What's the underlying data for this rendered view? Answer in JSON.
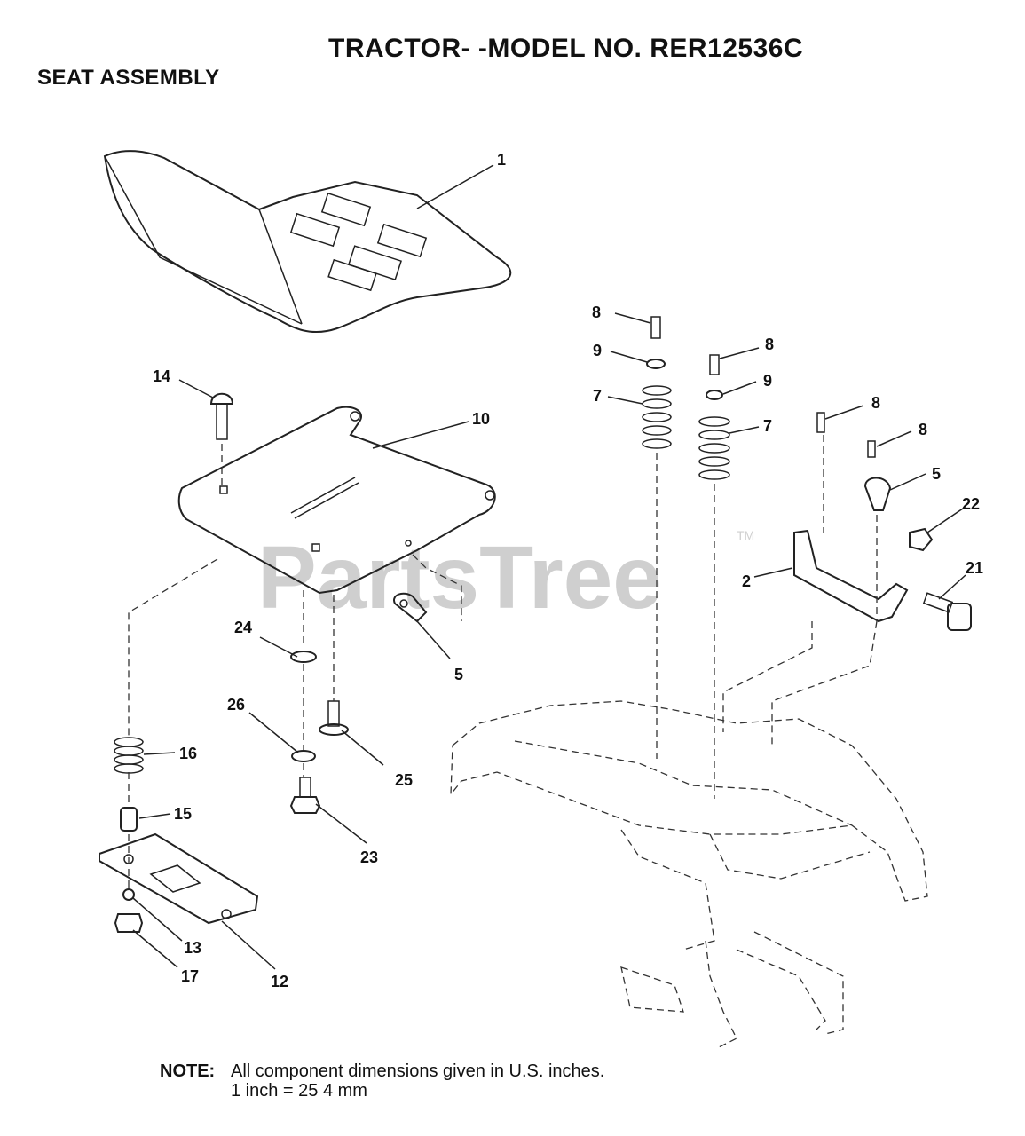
{
  "header": {
    "title": "TRACTOR- -MODEL NO. RER12536C",
    "subtitle": "SEAT ASSEMBLY"
  },
  "watermark": {
    "text": "PartsTree",
    "trademark": "TM"
  },
  "callouts": {
    "c1": "1",
    "c14": "14",
    "c10": "10",
    "c5a": "5",
    "c24": "24",
    "c26": "26",
    "c25": "25",
    "c16": "16",
    "c15": "15",
    "c23": "23",
    "c13": "13",
    "c12": "12",
    "c17": "17",
    "c8a": "8",
    "c9a": "9",
    "c7a": "7",
    "c8b": "8",
    "c9b": "9",
    "c7b": "7",
    "c8c": "8",
    "c8d": "8",
    "c5b": "5",
    "c22": "22",
    "c21": "21",
    "c2": "2"
  },
  "note": {
    "label": "NOTE:",
    "line1": "All component dimensions given in U.S. inches.",
    "line2": "1 inch = 25 4 mm"
  },
  "colors": {
    "ink": "#111111",
    "watermark": "#cfcfcf",
    "background": "#ffffff"
  }
}
